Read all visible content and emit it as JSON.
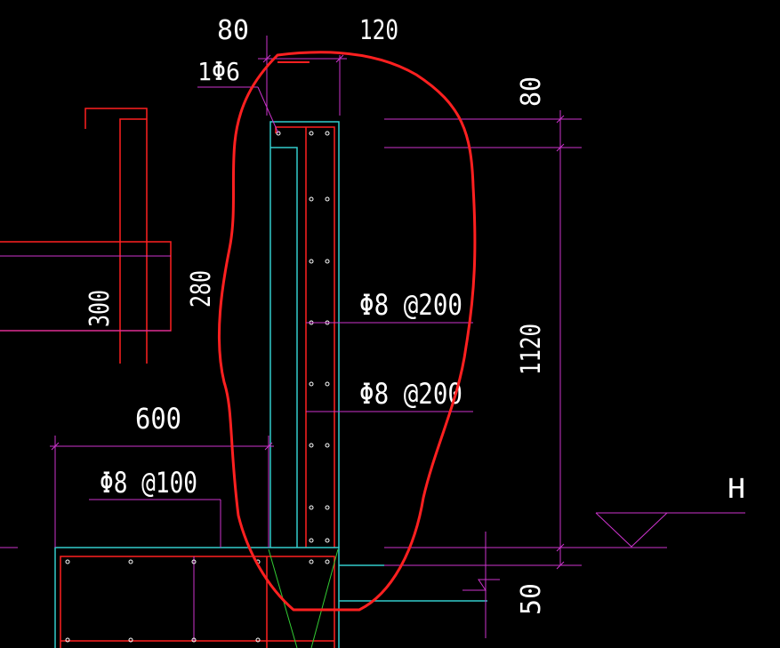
{
  "colors": {
    "background": "#000000",
    "magenta": "#cc33cc",
    "red": "#ff0000",
    "cyan": "#33cccc",
    "green": "#33cc33",
    "white": "#ffffff",
    "markup": "#ff2020"
  },
  "dimensions": {
    "top_left": "80",
    "top_right": "120",
    "right_top": "80",
    "right_mid": "1120",
    "right_bottom": "50",
    "left_300": "300",
    "left_280": "280",
    "width_600": "600"
  },
  "rebar_labels": {
    "top_bar": "1Φ6",
    "vertical_1": "Φ8 @200",
    "vertical_2": "Φ8 @200",
    "base": "Φ8 @100"
  },
  "elevation_mark": "H"
}
